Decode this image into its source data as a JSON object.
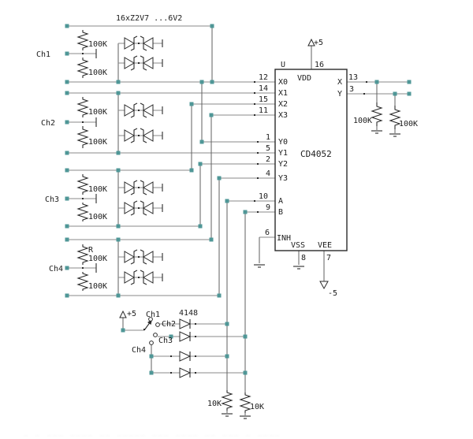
{
  "title": "16xZ2V7 ...6V2",
  "channels": [
    {
      "label": "Ch1",
      "r_top": "100K",
      "r_bot": "100K"
    },
    {
      "label": "Ch2",
      "r_top": "100K",
      "r_bot": "100K"
    },
    {
      "label": "Ch3",
      "r_top": "100K",
      "r_bot": "100K"
    },
    {
      "label": "Ch4",
      "r_ref": "R",
      "r_top": "100K",
      "r_bot": "100K"
    }
  ],
  "ic": {
    "ref": "U",
    "part": "CD4052",
    "pins_left": [
      {
        "num": "12",
        "name": "X0"
      },
      {
        "num": "14",
        "name": "X1"
      },
      {
        "num": "15",
        "name": "X2"
      },
      {
        "num": "11",
        "name": "X3"
      },
      {
        "num": "1",
        "name": "Y0"
      },
      {
        "num": "5",
        "name": "Y1"
      },
      {
        "num": "2",
        "name": "Y2"
      },
      {
        "num": "4",
        "name": "Y3"
      },
      {
        "num": "10",
        "name": "A"
      },
      {
        "num": "9",
        "name": "B"
      },
      {
        "num": "6",
        "name": "INH"
      }
    ],
    "pins_right": [
      {
        "num": "13",
        "name": "X"
      },
      {
        "num": "3",
        "name": "Y"
      }
    ],
    "pin_top": {
      "num": "16",
      "name": "VDD",
      "supply": "+5"
    },
    "pins_bottom": [
      {
        "num": "8",
        "name": "VSS"
      },
      {
        "num": "7",
        "name": "VEE",
        "supply": "-5"
      }
    ]
  },
  "outputs": {
    "r_x": "100K",
    "r_y": "100K"
  },
  "selector": {
    "supply": "+5",
    "diode_label": "4148",
    "positions": [
      "Ch1",
      "Ch2",
      "Ch3",
      "Ch4"
    ],
    "r_a": "10K",
    "r_b": "10K"
  }
}
